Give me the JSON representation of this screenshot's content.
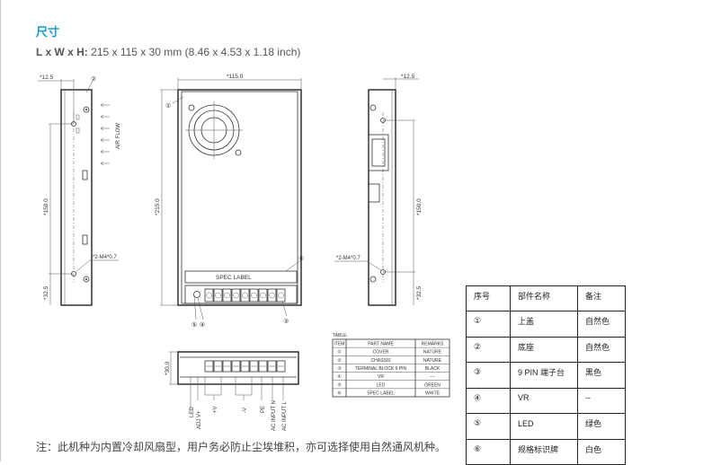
{
  "heading": "尺寸",
  "dimensions": {
    "label": "L x W x H:",
    "value": "215 x 115 x 30 mm (8.46 x 4.53 x 1.18 inch)"
  },
  "drawing": {
    "left_view": {
      "dim_top": "*12.5",
      "dim_mid": "*150.0",
      "dim_bottom": "*32.5",
      "screw": "*2-M4*0.7",
      "airflow": "AIR FLOW",
      "callout": "②"
    },
    "front_view": {
      "dim_width": "*115.0",
      "dim_height": "*215.0",
      "spec_label": "SPEC LABEL",
      "callouts": [
        "①",
        "③",
        "④",
        "⑤",
        "⑥"
      ]
    },
    "right_view": {
      "dim_top": "*12.5",
      "dim_mid": "*150.0",
      "dim_bottom": "*32.5",
      "screw": "*2-M4*0.7"
    },
    "bottom_view": {
      "dim_height": "*30.0",
      "terminals": [
        "LED",
        "ADJ V+",
        "+V",
        "-V",
        "PE",
        "AC INPUT N",
        "AC INPUT L"
      ]
    },
    "parts_table": {
      "caption": "TABLE.",
      "headers": [
        "ITEM",
        "PART NAME",
        "REMARKS"
      ],
      "rows": [
        [
          "①",
          "COVER",
          "NATURE"
        ],
        [
          "②",
          "CHASSIS",
          "NATURE"
        ],
        [
          "③",
          "TERMINAL BLOCK 9 PIN",
          "BLACK"
        ],
        [
          "④",
          "VR",
          "---"
        ],
        [
          "⑤",
          "LED",
          "GREEN"
        ],
        [
          "⑥",
          "SPEC LABEL",
          "WHITE"
        ]
      ]
    }
  },
  "cn_table": {
    "headers": [
      "序号",
      "部件名称",
      "备注"
    ],
    "rows": [
      [
        "①",
        "上盖",
        "自然色"
      ],
      [
        "②",
        "底座",
        "自然色"
      ],
      [
        "③",
        "9 PIN 端子台",
        "黑色"
      ],
      [
        "④",
        "VR",
        "--"
      ],
      [
        "⑤",
        "LED",
        "绿色"
      ],
      [
        "⑥",
        "规格标识牌",
        "白色"
      ]
    ]
  },
  "note": "注：此机种为内置冷却风扇型，用户务必防止尘埃堆积，亦可选择使用自然通风机种。"
}
